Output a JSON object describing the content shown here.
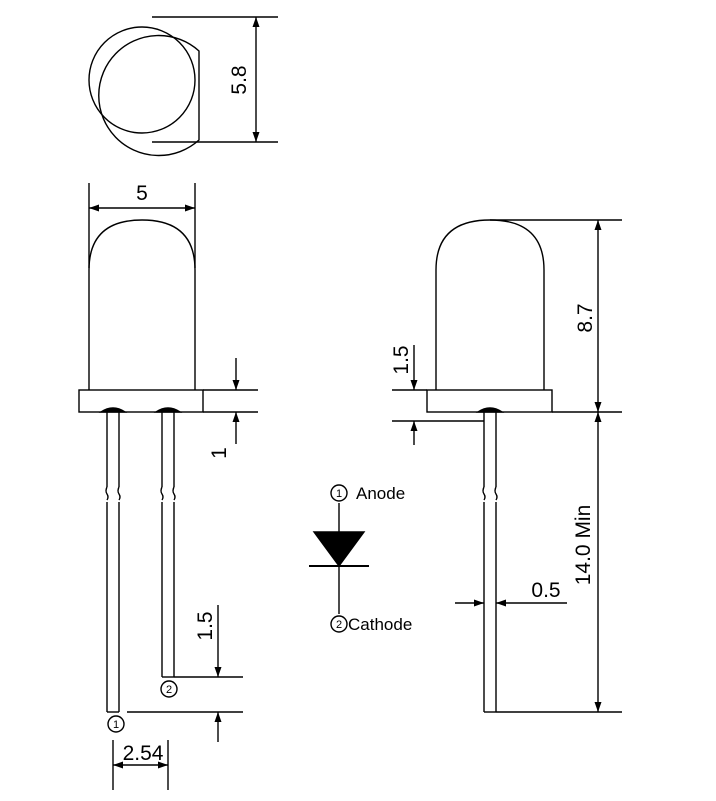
{
  "dimensions": {
    "flange_diameter": "5.8",
    "body_diameter": "5",
    "body_height": "8.7",
    "flange_thickness_side": "1.5",
    "flange_thickness_front": "1",
    "lead_length_difference": "1.5",
    "lead_spacing": "2.54",
    "lead_width": "0.5",
    "lead_length": "14.0 Min"
  },
  "pins": {
    "anode_number": "1",
    "anode_label": "Anode",
    "cathode_number": "2",
    "cathode_label": "Cathode"
  },
  "colors": {
    "line": "#000000",
    "background": "#ffffff"
  }
}
